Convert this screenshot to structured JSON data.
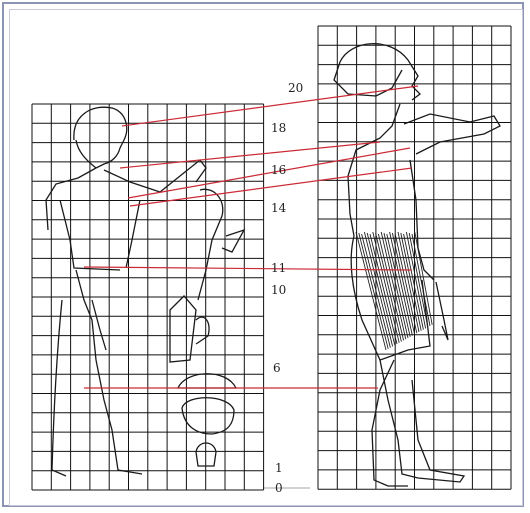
{
  "scale_labels": [
    "20",
    "18",
    "16",
    "14",
    "11",
    "10",
    "6",
    "1",
    "0"
  ],
  "colors": {
    "frame": "#8d93b4",
    "grid": "#111111",
    "guide_lines": "#cc2a36",
    "figure_lines": "#1a1a1a"
  }
}
